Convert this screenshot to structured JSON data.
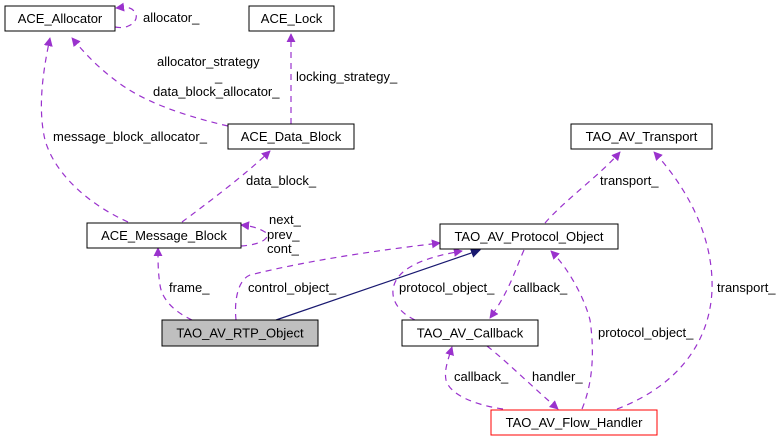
{
  "colors": {
    "usage_edge": "#9a32cd",
    "inheritance_edge": "#191970",
    "node_border": "#000000",
    "node_fill": "#ffffff",
    "focus_fill": "#bfbfbf",
    "highlight_border": "#ff0000"
  },
  "nodes": {
    "ace_allocator": {
      "label": "ACE_Allocator"
    },
    "ace_lock": {
      "label": "ACE_Lock"
    },
    "ace_data_block": {
      "label": "ACE_Data_Block"
    },
    "ace_message_block": {
      "label": "ACE_Message_Block"
    },
    "tao_av_transport": {
      "label": "TAO_AV_Transport"
    },
    "tao_av_protocol_object": {
      "label": "TAO_AV_Protocol_Object"
    },
    "tao_av_rtp_object": {
      "label": "TAO_AV_RTP_Object"
    },
    "tao_av_callback": {
      "label": "TAO_AV_Callback"
    },
    "tao_av_flow_handler": {
      "label": "TAO_AV_Flow_Handler"
    }
  },
  "edges": {
    "allocator_self": {
      "label": "allocator_"
    },
    "allocator_strategy": {
      "label_lines": [
        "allocator_strategy",
        "_",
        "data_block_allocator_"
      ]
    },
    "locking_strategy": {
      "label": "locking_strategy_"
    },
    "message_block_allocator": {
      "label": "message_block_allocator_"
    },
    "data_block": {
      "label": "data_block_"
    },
    "message_block_self": {
      "label_lines": [
        "next_",
        "prev_",
        "cont_"
      ]
    },
    "frame": {
      "label": "frame_"
    },
    "control_object": {
      "label": "control_object_"
    },
    "transport_protocol": {
      "label": "transport_"
    },
    "protocol_object_callback": {
      "label": "protocol_object_"
    },
    "callback_protocol": {
      "label": "callback_"
    },
    "protocol_object_flow": {
      "label": "protocol_object_"
    },
    "transport_flow": {
      "label": "transport_"
    },
    "callback_flow": {
      "label": "callback_"
    },
    "handler": {
      "label": "handler_"
    }
  }
}
